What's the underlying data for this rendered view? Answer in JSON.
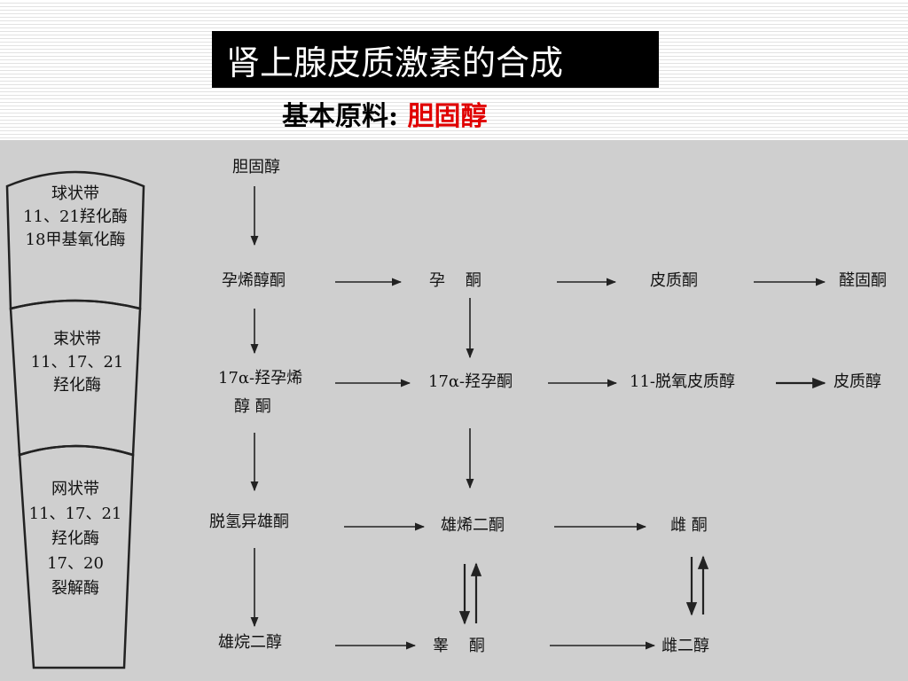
{
  "title": "肾上腺皮质激素的合成",
  "subtitle": {
    "label": "基本原料:",
    "value": "胆固醇"
  },
  "zones": [
    {
      "name": "球状带",
      "enzymes": [
        "11、21羟化酶",
        "18甲基氧化酶"
      ]
    },
    {
      "name": "束状带",
      "enzymes": [
        "11、17、21",
        "羟化酶"
      ]
    },
    {
      "name": "网状带",
      "enzymes": [
        "11、17、21",
        "羟化酶",
        "17、20",
        "裂解酶"
      ]
    }
  ],
  "nodes": {
    "cholesterol": "胆固醇",
    "pregnenolone": "孕烯醇酮",
    "progesterone": "孕    酮",
    "corticosterone": "皮质酮",
    "aldosterone": "醛固酮",
    "hydroxypregnenolone_1": "17α-羟孕烯",
    "hydroxypregnenolone_2": "醇 酮",
    "hydroxyprogesterone": "17α-羟孕酮",
    "deoxycortisol": "11-脱氧皮质醇",
    "cortisol": "皮质醇",
    "dhea": "脱氢异雄酮",
    "androstenedione": "雄烯二酮",
    "estrone": "雌 酮",
    "androstenediol": "雄烷二醇",
    "testosterone": "睾    酮",
    "estradiol": "雌二醇"
  }
}
